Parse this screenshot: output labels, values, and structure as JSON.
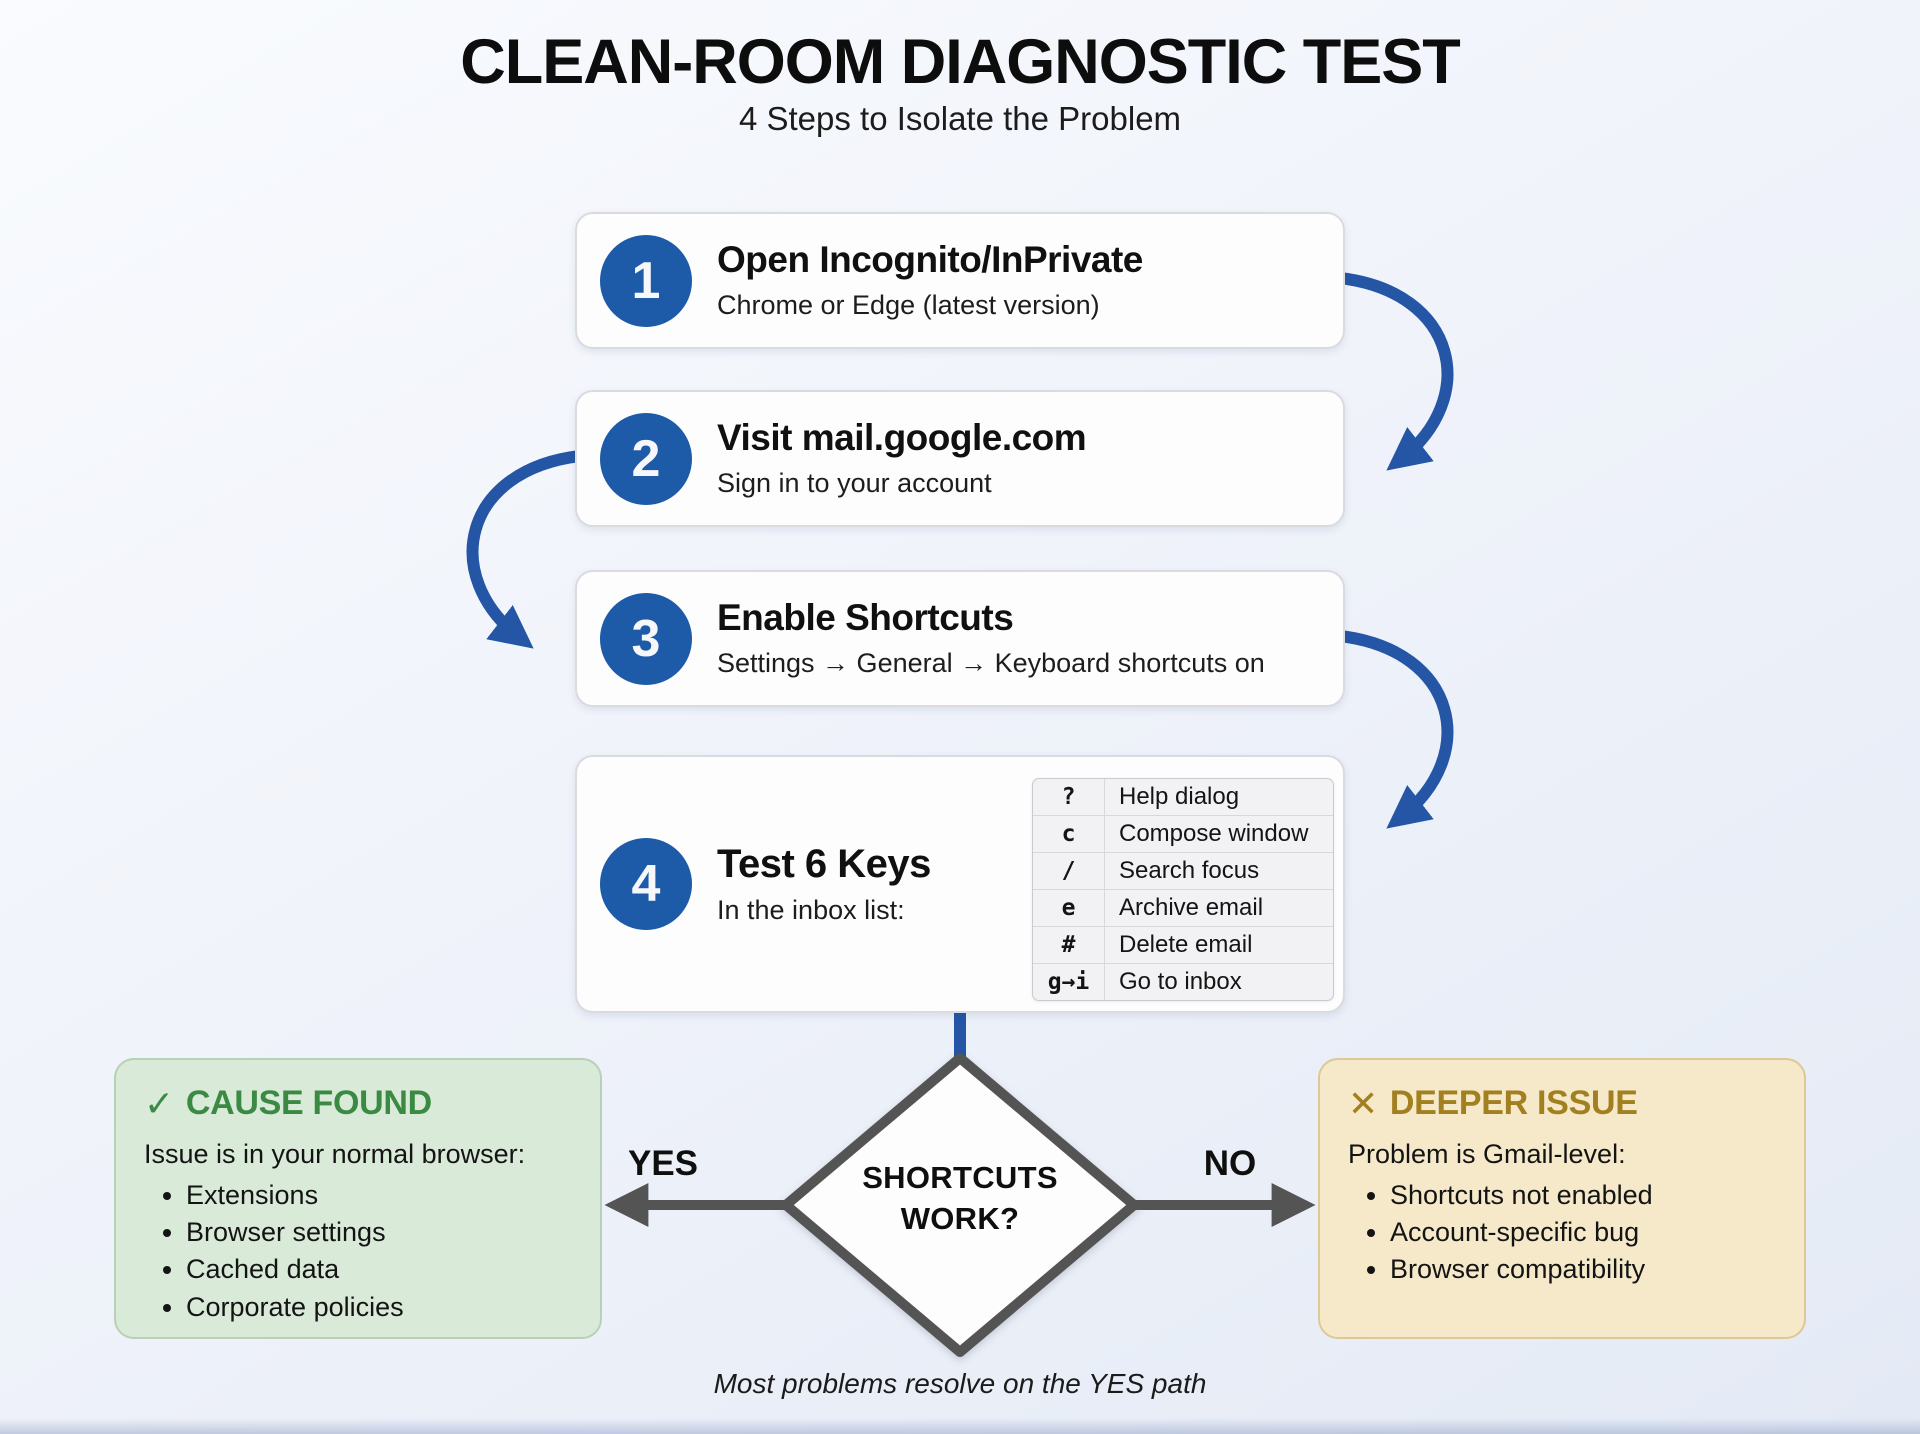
{
  "page": {
    "title": "CLEAN-ROOM DIAGNOSTIC TEST",
    "subtitle": "4 Steps to Isolate the Problem",
    "footnote": "Most problems resolve on the YES path"
  },
  "steps": [
    {
      "number": "1",
      "title": "Open Incognito/InPrivate",
      "subtitle": "Chrome or Edge (latest version)"
    },
    {
      "number": "2",
      "title": "Visit mail.google.com",
      "subtitle": "Sign in to your account"
    },
    {
      "number": "3",
      "title": "Enable Shortcuts",
      "subtitle": "Settings → General → Keyboard shortcuts on"
    },
    {
      "number": "4",
      "title": "Test 6 Keys",
      "subtitle": "In the inbox list:"
    }
  ],
  "shortcuts": {
    "rows": [
      {
        "key": "?",
        "action": "Help dialog"
      },
      {
        "key": "c",
        "action": "Compose window"
      },
      {
        "key": "/",
        "action": "Search focus"
      },
      {
        "key": "e",
        "action": "Archive email"
      },
      {
        "key": "#",
        "action": "Delete email"
      },
      {
        "key": "g→i",
        "action": "Go to inbox"
      }
    ]
  },
  "decision": {
    "question_line1": "SHORTCUTS",
    "question_line2": "WORK?",
    "yes_label": "YES",
    "no_label": "NO"
  },
  "outcomes": {
    "yes": {
      "icon": "✓",
      "heading": "CAUSE FOUND",
      "intro": "Issue is in your normal browser:",
      "items": [
        "Extensions",
        "Browser settings",
        "Cached data",
        "Corporate policies"
      ]
    },
    "no": {
      "icon": "✕",
      "heading": "DEEPER ISSUE",
      "intro": "Problem is Gmail-level:",
      "items": [
        "Shortcuts not enabled",
        "Account-specific bug",
        "Browser compatibility"
      ]
    }
  },
  "colors": {
    "step_circle_blue": "#1d5aa8",
    "connector_blue": "#2456a5",
    "flow_gray": "#545454",
    "yes_accent_green": "#3a8a44",
    "no_accent_gold": "#a2801f",
    "yes_box_bg": "#d9ead8",
    "no_box_bg": "#f5e9ca"
  }
}
